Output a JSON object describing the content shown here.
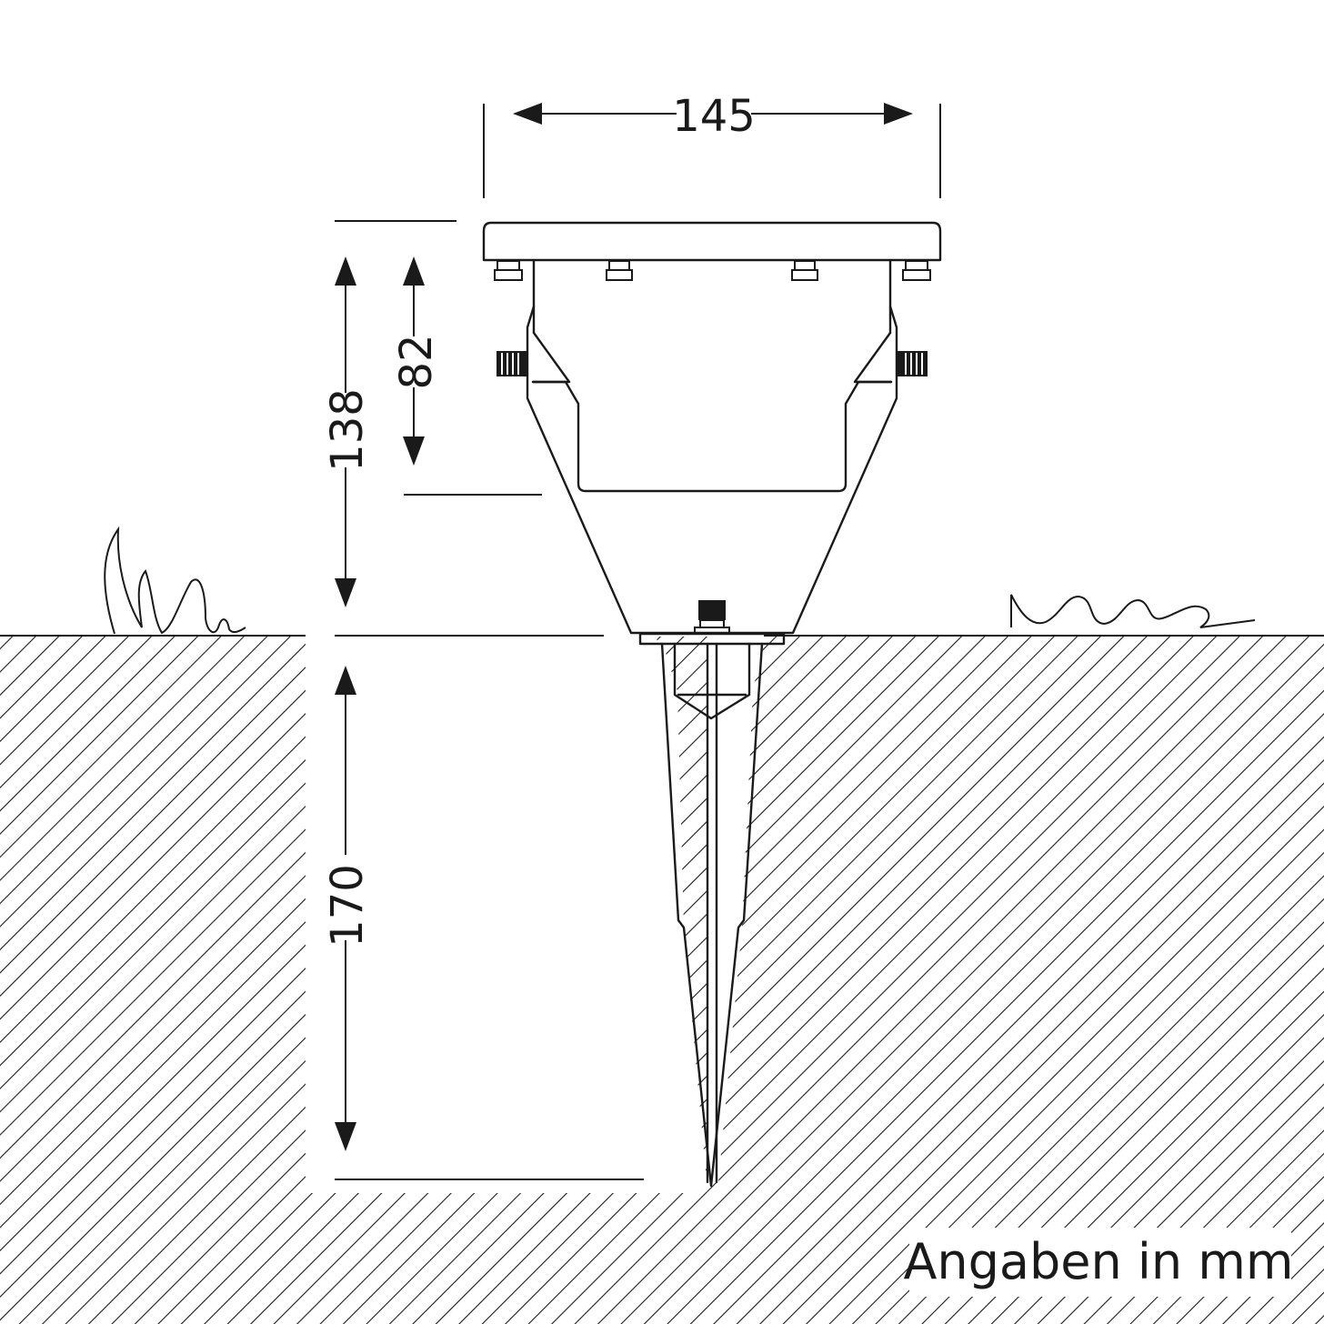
{
  "dimensions": {
    "width": "145",
    "height_total": "138",
    "height_upper": "82",
    "spike_length": "170"
  },
  "note": "Angaben in mm"
}
